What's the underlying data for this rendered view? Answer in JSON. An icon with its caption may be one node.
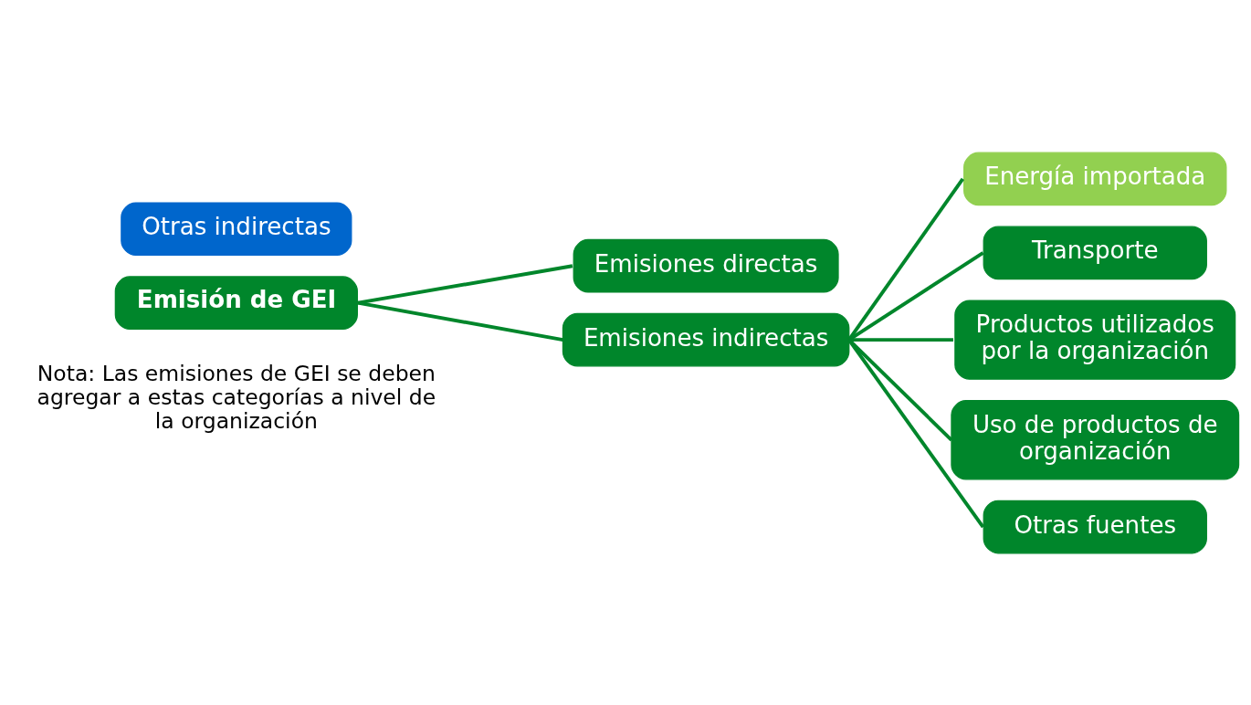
{
  "diagram": {
    "nodes": [
      {
        "text": [
          "Otras indirectas"
        ]
      },
      {
        "text": [
          "Emisión de GEI"
        ]
      },
      {
        "text": [
          "Emisiones directas"
        ]
      },
      {
        "text": [
          "Emisiones indirectas"
        ]
      },
      {
        "text": [
          "Energía importada"
        ]
      },
      {
        "text": [
          "Transporte"
        ]
      },
      {
        "text": [
          "Productos utilizados por la organización"
        ]
      },
      {
        "text": [
          "Uso de productos de organización"
        ]
      },
      {
        "text": [
          "Otras fuentes"
        ]
      }
    ],
    "edges": [
      {
        "from": 1,
        "to": 2,
        "arrow": "none"
      },
      {
        "from": 1,
        "to": 3,
        "arrow": "none"
      },
      {
        "from": 3,
        "to": 4,
        "arrow": "none"
      },
      {
        "from": 3,
        "to": 5,
        "arrow": "none"
      },
      {
        "from": 3,
        "to": 6,
        "arrow": "none"
      },
      {
        "from": 3,
        "to": 7,
        "arrow": "none"
      },
      {
        "from": 3,
        "to": 8,
        "arrow": "none"
      }
    ],
    "labels": [
      "Nota: Las emisiones de GEI se deben agregar a estas categorías a nivel de la organización"
    ]
  }
}
